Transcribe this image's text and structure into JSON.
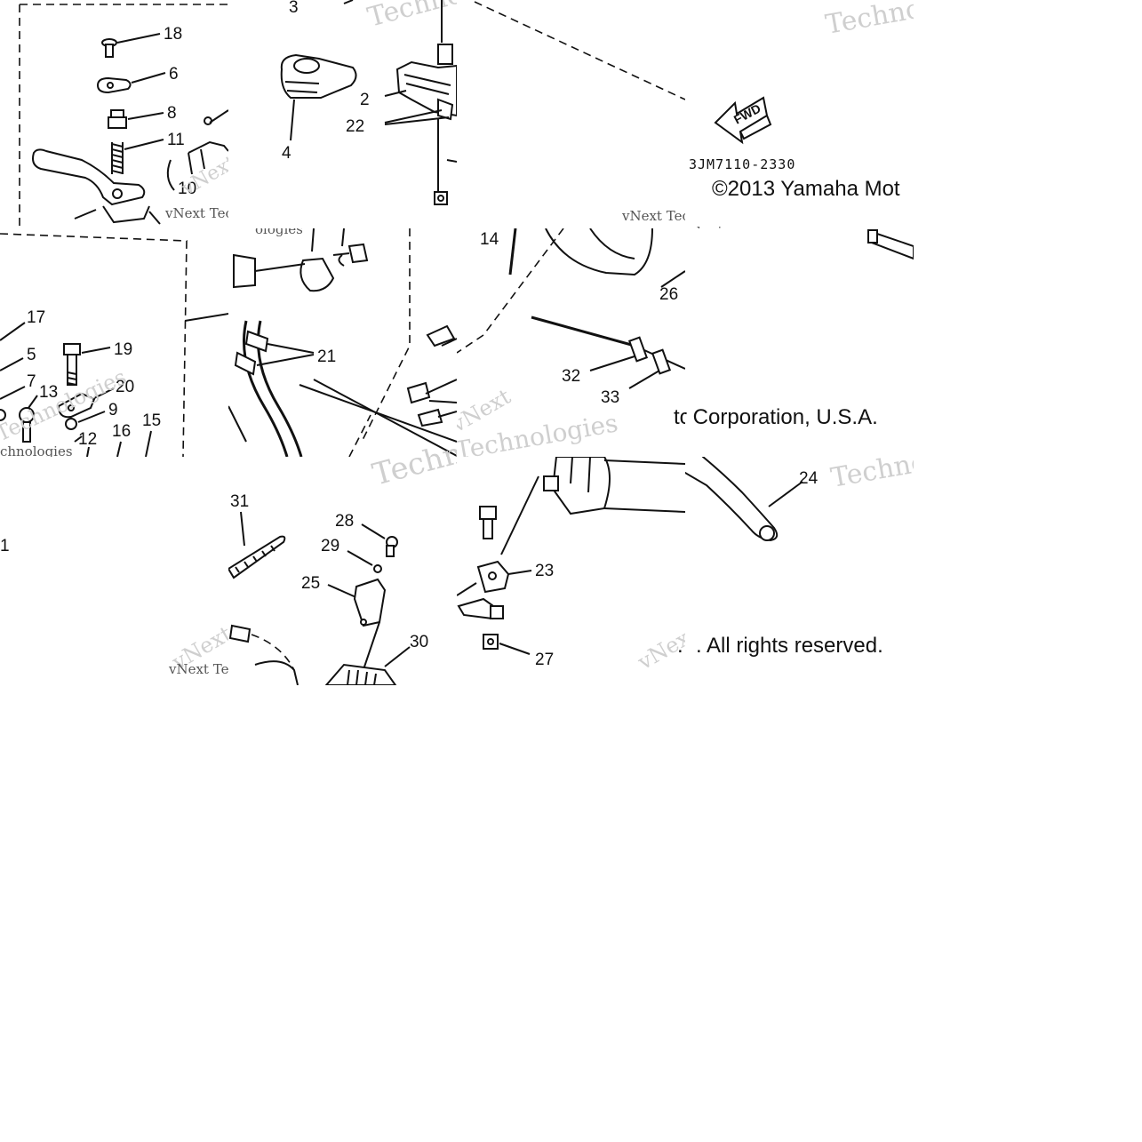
{
  "callouts": {
    "c1": "1",
    "c2": "2",
    "c3": "3",
    "c4": "4",
    "c5": "5",
    "c6": "6",
    "c7": "7",
    "c8": "8",
    "c9": "9",
    "c10": "10",
    "c11": "11",
    "c12": "12",
    "c13": "13",
    "c14": "14",
    "c15": "15",
    "c16": "16",
    "c17": "17",
    "c18": "18",
    "c19": "19",
    "c20": "20",
    "c21": "21",
    "c22": "22",
    "c23": "23",
    "c24": "24",
    "c25": "25",
    "c26": "26",
    "c27": "27",
    "c28": "28",
    "c29": "29",
    "c30": "30",
    "c31": "31",
    "c32": "32",
    "c33": "33"
  },
  "fwd_label": "FWD",
  "diagram_code": "3JM7110-2330",
  "copyright": {
    "part1": "©2013 Yamaha Mot",
    "part2": "tor Corporation, U.S.A.",
    "part3": ". All rights reserved."
  },
  "watermarks": {
    "techno": "Techno",
    "technologies": "Technologies",
    "vnext": "vNext",
    "vnext_tec": "vNext Tec",
    "ologies": "ologies",
    "chnologies": "chnologies"
  },
  "colors": {
    "ink": "#111111",
    "watermark": "#cfcfcf",
    "background": "#ffffff"
  }
}
